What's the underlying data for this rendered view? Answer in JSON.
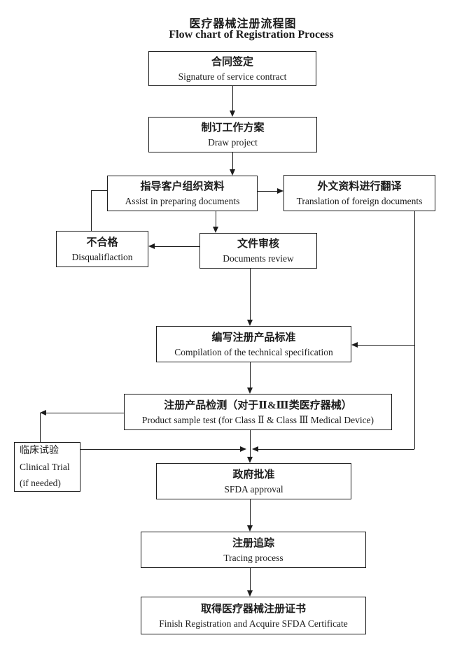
{
  "title": {
    "cn": "医疗器械注册流程图",
    "en": "Flow chart of Registration Process"
  },
  "nodes": {
    "contract": {
      "cn": "合同签定",
      "en": "Signature of service contract"
    },
    "draw_project": {
      "cn": "制订工作方案",
      "en": "Draw project"
    },
    "assist": {
      "cn": "指导客户组织资料",
      "en": "Assist in preparing documents"
    },
    "translation": {
      "cn": "外文资料进行翻译",
      "en": "Translation of foreign documents"
    },
    "disqualification": {
      "cn": "不合格",
      "en": "Disqualiflaction"
    },
    "docs_review": {
      "cn": "文件审核",
      "en": "Documents review"
    },
    "compilation": {
      "cn": "编写注册产品标准",
      "en": "Compilation of the technical specification"
    },
    "product_test": {
      "cn": "注册产品检测（对于Ⅱ&Ⅲ类医疗器械）",
      "en": "Product sample test (for Class Ⅱ & Class Ⅲ Medical Device)"
    },
    "clinical": {
      "cn": "临床试验",
      "en": "Clinical Trial",
      "note": "(if needed)"
    },
    "sfda": {
      "cn": "政府批准",
      "en": "SFDA approval"
    },
    "tracing": {
      "cn": "注册追踪",
      "en": "Tracing process"
    },
    "certificate": {
      "cn": "取得医疗器械注册证书",
      "en": "Finish Registration and Acquire SFDA Certificate"
    }
  },
  "edges": [
    {
      "from": "contract",
      "to": "draw_project"
    },
    {
      "from": "draw_project",
      "to": "assist"
    },
    {
      "from": "assist",
      "to": "translation"
    },
    {
      "from": "assist",
      "to": "docs_review"
    },
    {
      "from": "docs_review",
      "to": "disqualification"
    },
    {
      "from": "disqualification",
      "to": "assist"
    },
    {
      "from": "docs_review",
      "to": "compilation"
    },
    {
      "from": "translation",
      "to": "compilation"
    },
    {
      "from": "compilation",
      "to": "product_test"
    },
    {
      "from": "product_test",
      "to": "clinical"
    },
    {
      "from": "clinical",
      "to": "sfda"
    },
    {
      "from": "product_test",
      "to": "sfda"
    },
    {
      "from": "translation",
      "to": "sfda"
    },
    {
      "from": "sfda",
      "to": "tracing"
    },
    {
      "from": "tracing",
      "to": "certificate"
    }
  ],
  "colors": {
    "background": "#ffffff",
    "line": "#1c1c1c",
    "box_border": "#1c1c1c",
    "text": "#1c1c1c"
  }
}
